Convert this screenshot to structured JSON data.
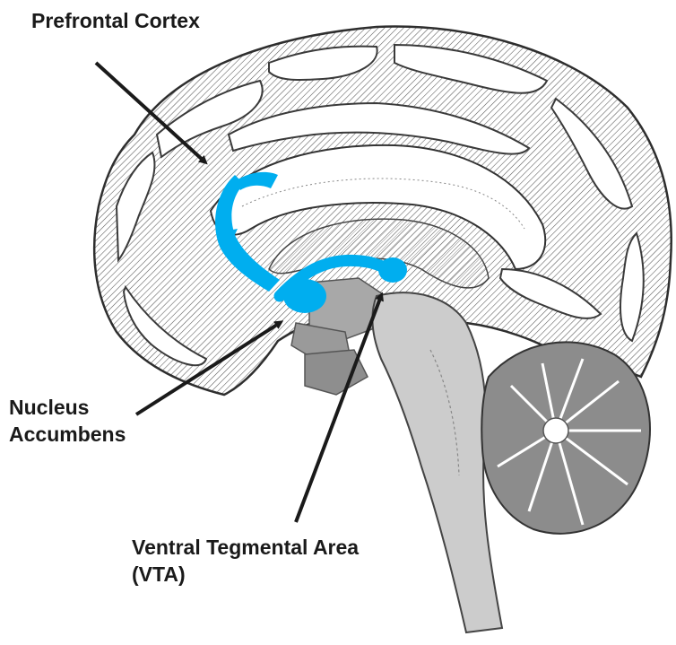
{
  "labels": {
    "prefrontal_cortex": "Prefrontal Cortex",
    "nucleus_accumbens_line1": "Nucleus",
    "nucleus_accumbens_line2": "Accumbens",
    "vta_line1": "Ventral Tegmental Area",
    "vta_line2": "(VTA)"
  },
  "colors": {
    "pathway": "#00AEEF",
    "outline": "#3a3a3a",
    "midbrain": "#9a9a9a",
    "brainstem": "#c9c9c9",
    "cerebellum": "#8c8c8c",
    "arrow": "#1a1a1a"
  }
}
